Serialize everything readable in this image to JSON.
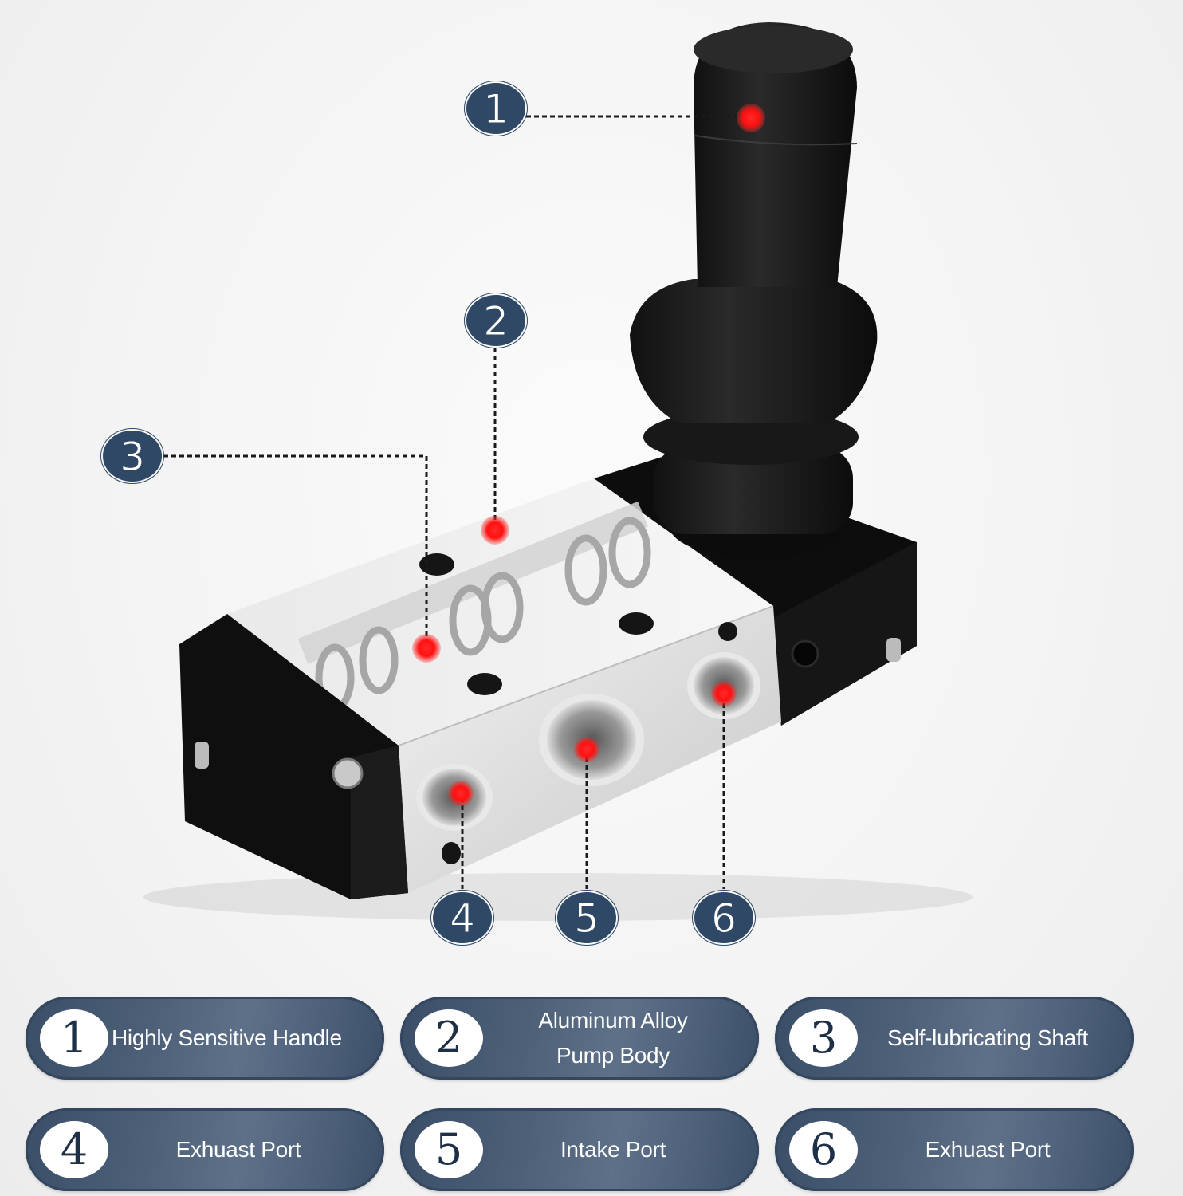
{
  "image": {
    "subject": "Manual pneumatic hand lever valve with labeled parts",
    "background_color": "#f4f4f4",
    "accent_badge_color": "#2e4866",
    "marker_color": "#ff1a1a"
  },
  "callouts": [
    {
      "number": "1",
      "target": "handle"
    },
    {
      "number": "2",
      "target": "pump-body"
    },
    {
      "number": "3",
      "target": "shaft"
    },
    {
      "number": "4",
      "target": "left-exhaust-port"
    },
    {
      "number": "5",
      "target": "intake-port"
    },
    {
      "number": "6",
      "target": "right-exhaust-port"
    }
  ],
  "legend": [
    {
      "number": "1",
      "lines": [
        "Highly  Sensitive Handle"
      ]
    },
    {
      "number": "2",
      "lines": [
        "Aluminum Alloy",
        "Pump Body"
      ]
    },
    {
      "number": "3",
      "lines": [
        "Self-lubricating Shaft"
      ]
    },
    {
      "number": "4",
      "lines": [
        "Exhuast Port"
      ]
    },
    {
      "number": "5",
      "lines": [
        "Intake Port"
      ]
    },
    {
      "number": "6",
      "lines": [
        "Exhuast Port"
      ]
    }
  ]
}
